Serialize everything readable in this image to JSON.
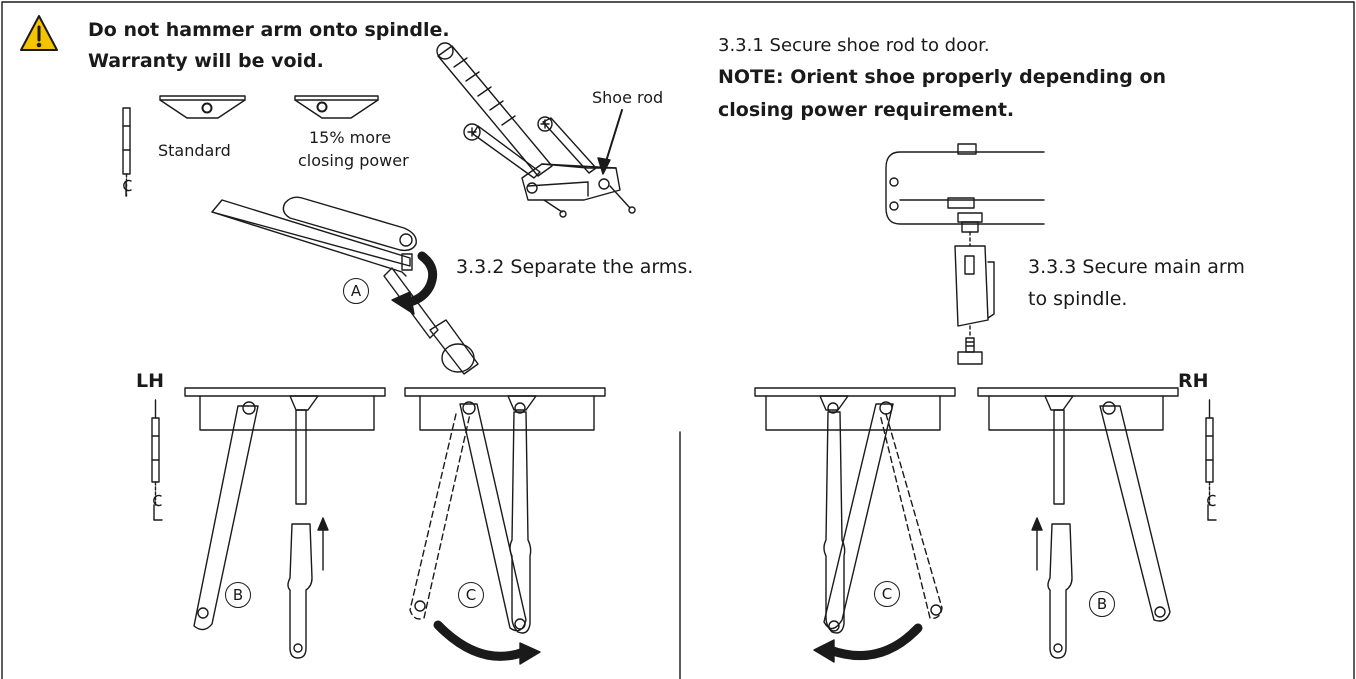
{
  "warning": {
    "line1": "Do not hammer arm onto spindle.",
    "line2": "Warranty will be void.",
    "icon": "warning-triangle-icon",
    "icon_color": "#f5c400"
  },
  "shoe_options": {
    "standard": "Standard",
    "more_power_line1": "15% more",
    "more_power_line2": "closing power"
  },
  "shoe_rod_label": "Shoe rod",
  "steps": {
    "s331": "3.3.1  Secure shoe rod to door.",
    "note_line1": "NOTE:  Orient shoe properly depending on",
    "note_line2": "closing power requirement.",
    "s332": "3.3.2  Separate the arms.",
    "s333_line1": "3.3.3  Secure main arm",
    "s333_line2": "to spindle."
  },
  "hand_labels": {
    "left": "LH",
    "right": "RH"
  },
  "callouts": {
    "a": "A",
    "b": "B",
    "c": "C"
  },
  "centerline_symbol": "C L"
}
